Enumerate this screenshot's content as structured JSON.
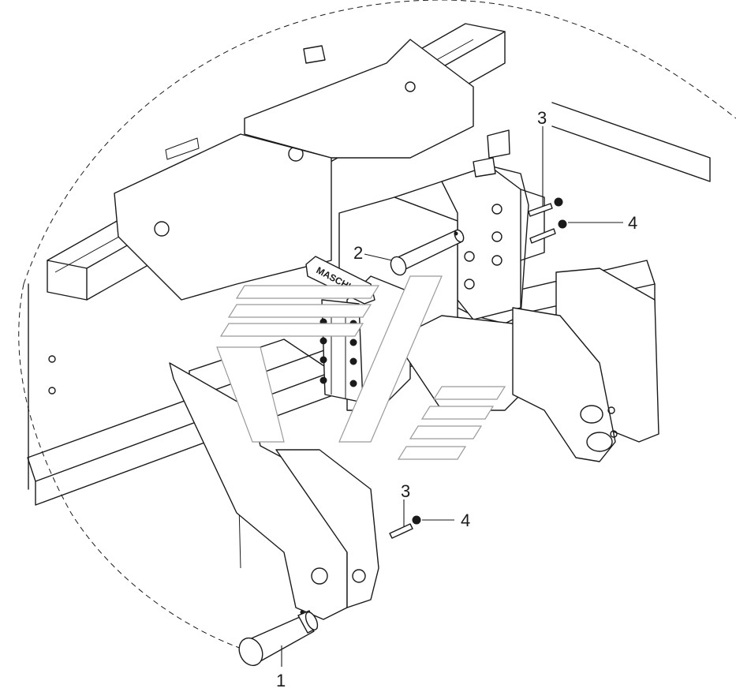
{
  "callouts": {
    "c1": "1",
    "c2": "2",
    "c3_top": "3",
    "c4_top": "4",
    "c3_bottom": "3",
    "c4_bottom": "4"
  },
  "brand_plate": "MASCHIO",
  "colors": {
    "line": "#1a1a1a",
    "background": "#ffffff",
    "watermark": "#9a9a9a"
  },
  "icons": {
    "detail_circle": "dashed-circle",
    "watermark": "faint-logo"
  }
}
